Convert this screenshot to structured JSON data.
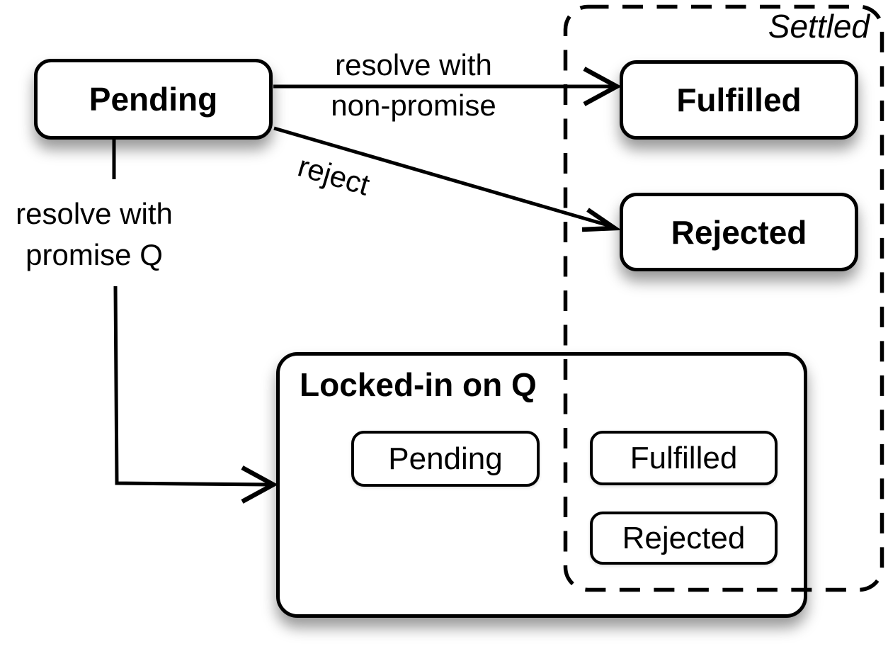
{
  "settled": {
    "label": "Settled"
  },
  "states": {
    "pending": {
      "label": "Pending"
    },
    "fulfilled": {
      "label": "Fulfilled"
    },
    "rejected": {
      "label": "Rejected"
    }
  },
  "locked_in": {
    "title": "Locked-in on Q",
    "states": {
      "pending": {
        "label": "Pending"
      },
      "fulfilled": {
        "label": "Fulfilled"
      },
      "rejected": {
        "label": "Rejected"
      }
    }
  },
  "transitions": {
    "resolve_non_promise": {
      "line1": "resolve with",
      "line2": "non-promise"
    },
    "reject": {
      "label": "reject"
    },
    "resolve_promise": {
      "line1": "resolve with",
      "line2": "promise Q"
    }
  },
  "colors": {
    "stroke": "#000000",
    "box_fill": "#ffffff",
    "background": "#ffffff"
  }
}
